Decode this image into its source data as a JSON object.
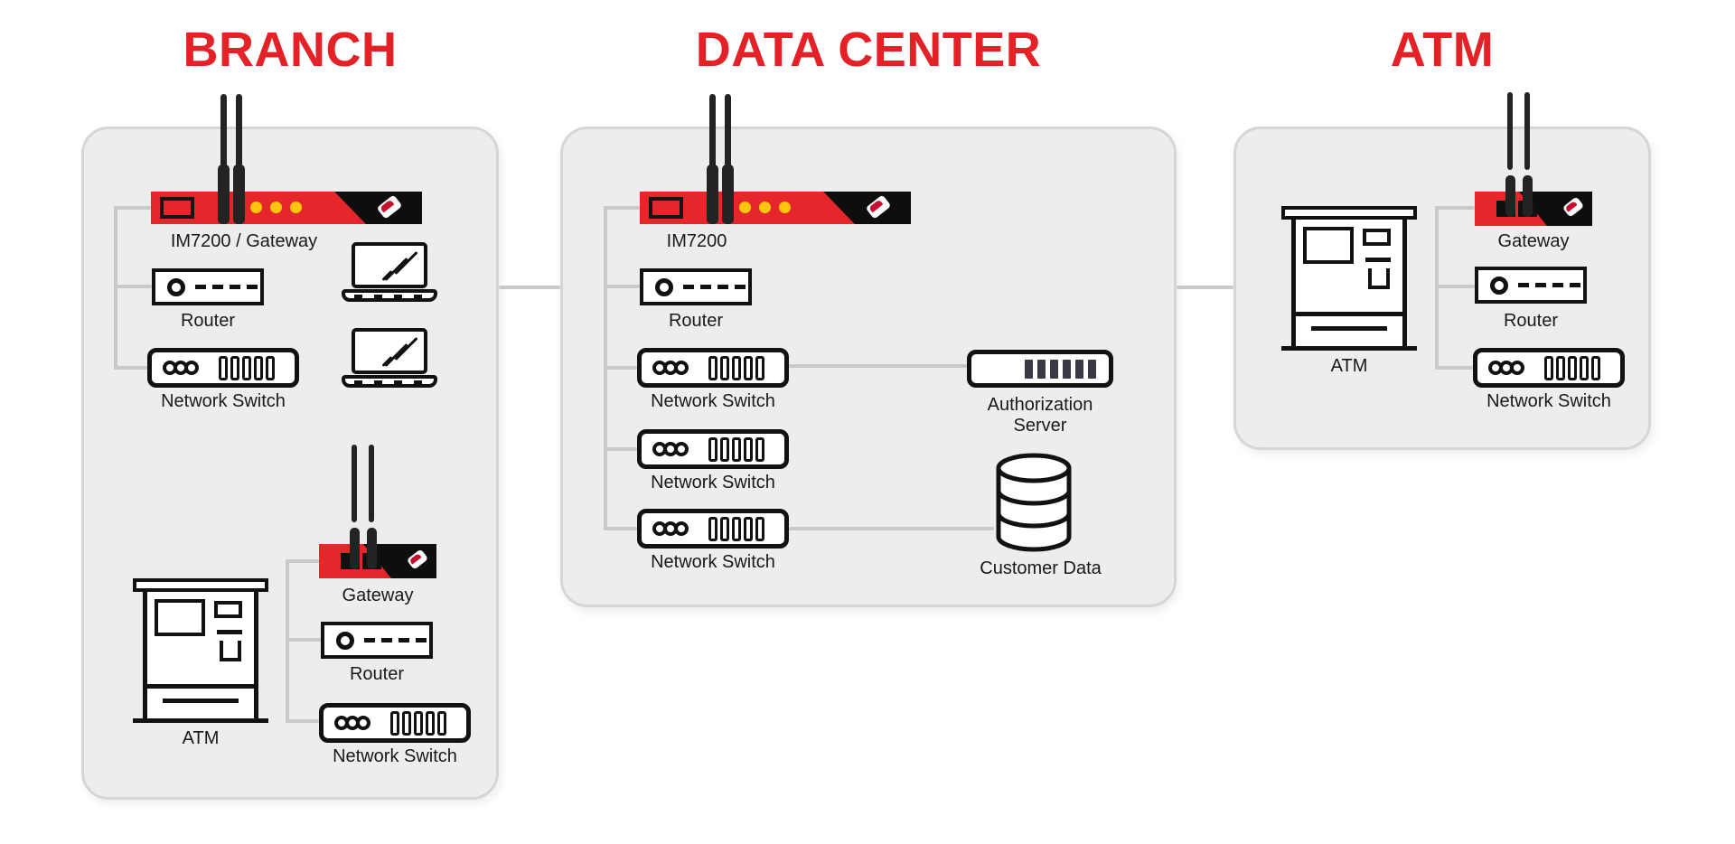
{
  "palette": {
    "title_red": "#e32127",
    "device_red": "#e5262b",
    "device_black": "#111111",
    "led_yellow": "#ffc60b",
    "panel_fill": "#ededed",
    "panel_border": "#d6d6d6",
    "connector_gray": "#c9c9c9",
    "label_color": "#191919",
    "logo_red": "#c8102e"
  },
  "icons": {
    "im7200": "cellular-router-icon",
    "gateway": "cellular-gateway-icon",
    "router": "router-icon",
    "switch": "network-switch-icon",
    "laptop": "laptop-icon",
    "atm_machine": "atm-machine-icon",
    "server": "server-icon",
    "database": "database-icon",
    "antenna": "antenna-icon",
    "logo": "opengear-logo-icon"
  },
  "sections": {
    "branch": {
      "title": "BRANCH",
      "devices": {
        "im7200": {
          "label": "IM7200 / Gateway"
        },
        "router_top": {
          "label": "Router"
        },
        "switch_top": {
          "label": "Network Switch"
        },
        "gateway": {
          "label": "Gateway"
        },
        "router_bottom": {
          "label": "Router"
        },
        "switch_bottom": {
          "label": "Network Switch"
        },
        "atm": {
          "label": "ATM"
        }
      }
    },
    "data_center": {
      "title": "DATA CENTER",
      "devices": {
        "im7200": {
          "label": "IM7200"
        },
        "router": {
          "label": "Router"
        },
        "switch_1": {
          "label": "Network Switch"
        },
        "switch_2": {
          "label": "Network Switch"
        },
        "switch_3": {
          "label": "Network Switch"
        },
        "auth_server": {
          "label": "Authorization Server"
        },
        "customer_data": {
          "label": "Customer Data"
        }
      }
    },
    "atm": {
      "title": "ATM",
      "devices": {
        "atm": {
          "label": "ATM"
        },
        "gateway": {
          "label": "Gateway"
        },
        "router": {
          "label": "Router"
        },
        "switch": {
          "label": "Network Switch"
        }
      }
    }
  }
}
